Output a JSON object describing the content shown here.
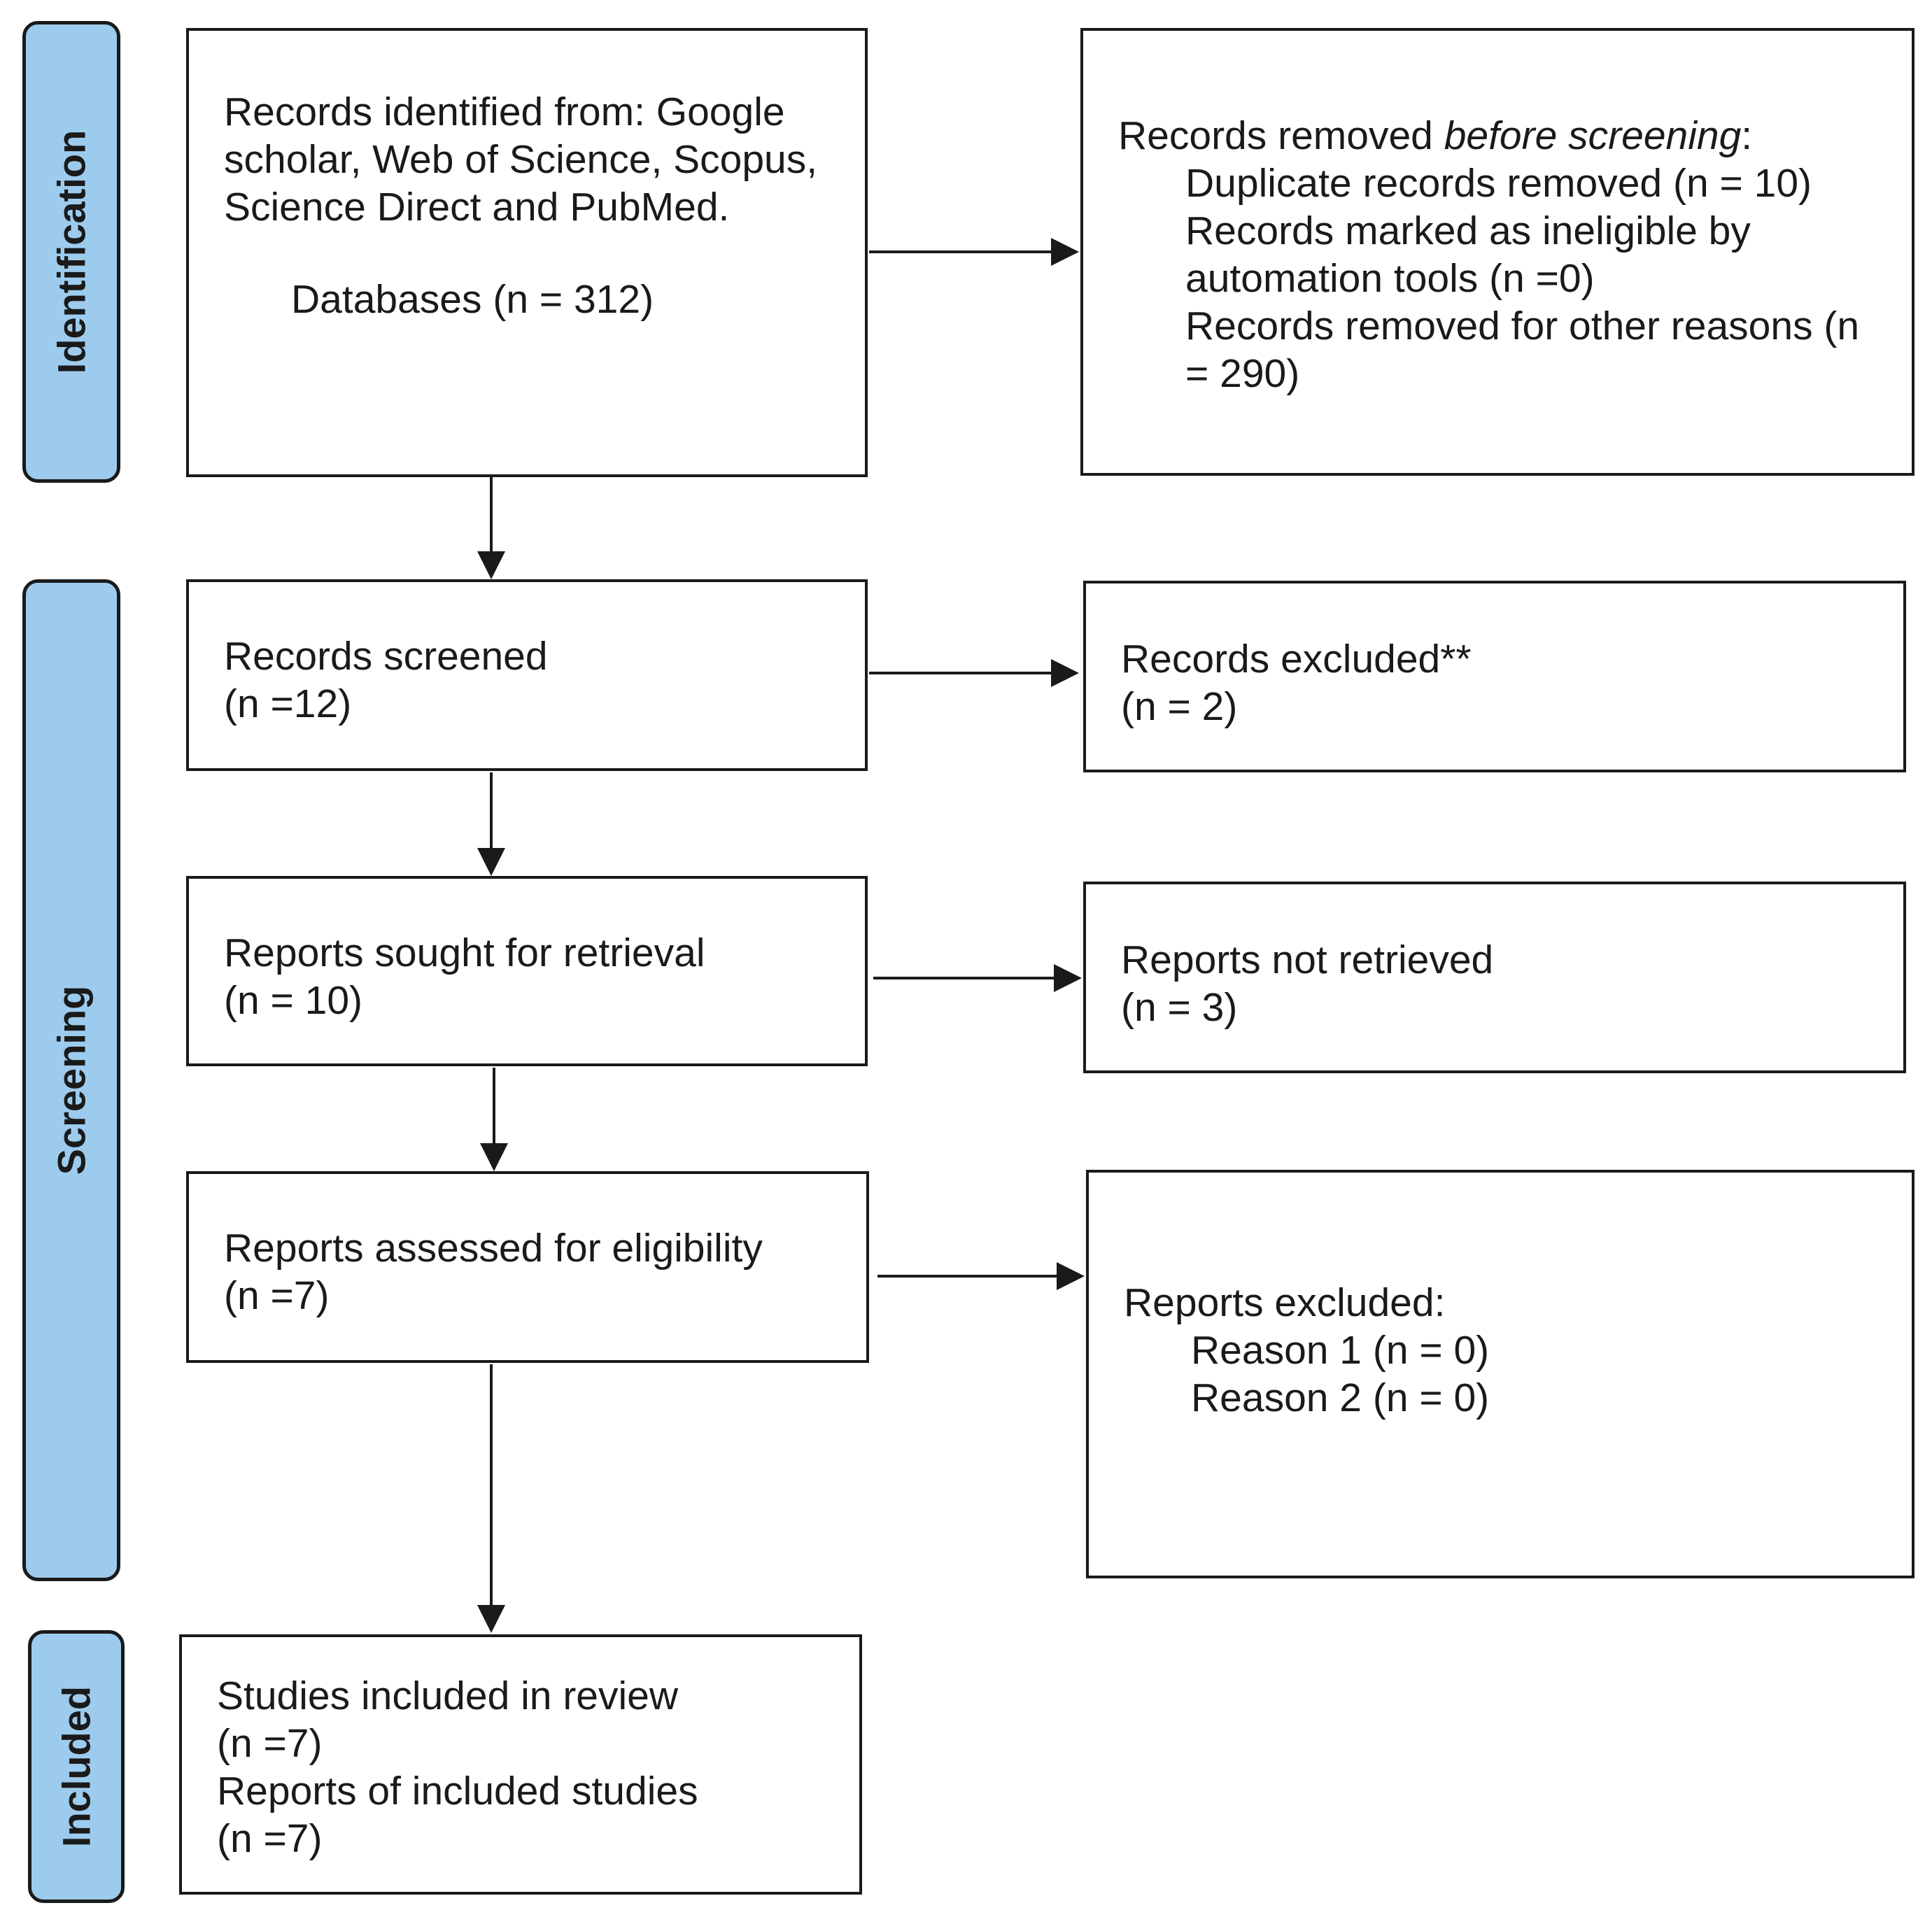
{
  "phases": {
    "identification": "Identification",
    "screening": "Screening",
    "included": "Included"
  },
  "identification_box": {
    "text": "Records identified from: Google scholar, Web of Science, Scopus, Science Direct and PubMed.",
    "databases": "Databases (n = 312)"
  },
  "removed_box": {
    "prefix": "Records removed ",
    "emphasis": "before screening",
    "suffix": ":",
    "duplicates": "Duplicate records removed (n = 10)",
    "ineligible": "Records marked as ineligible by automation tools (n =0)",
    "other": "Records removed for other reasons (n = 290)"
  },
  "screened_box": {
    "label": "Records screened",
    "count": "(n =12)"
  },
  "excluded_box": {
    "label": "Records excluded**",
    "count": "(n = 2)"
  },
  "sought_box": {
    "label": "Reports sought for retrieval",
    "count": "(n = 10)"
  },
  "not_retrieved_box": {
    "label": "Reports not retrieved",
    "count": "(n = 3)"
  },
  "assessed_box": {
    "label": "Reports assessed for eligibility",
    "count": "(n =7)"
  },
  "reports_excluded_box": {
    "label": "Reports excluded:",
    "reason1": "Reason 1 (n = 0)",
    "reason2": "Reason 2 (n = 0)"
  },
  "included_box": {
    "studies_label": "Studies included in review",
    "studies_count": "(n =7)",
    "reports_label": "Reports of included studies",
    "reports_count": "(n =7)"
  },
  "colors": {
    "phase_fill": "#9ccbee",
    "stroke": "#1a1a1a"
  }
}
